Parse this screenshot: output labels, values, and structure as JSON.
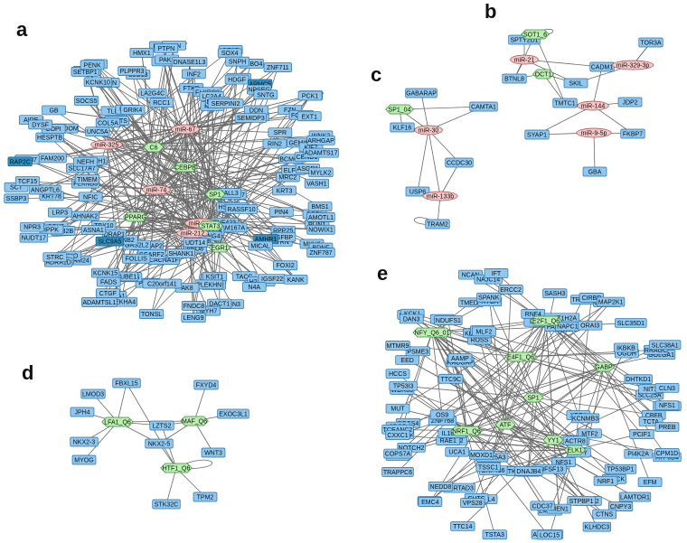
{
  "panels": [
    {
      "id": "a",
      "hubs": [
        {
          "label": "miR-325",
          "type": "mirna"
        },
        {
          "label": "miR-67",
          "type": "mirna"
        },
        {
          "label": "miR-74",
          "type": "mirna"
        },
        {
          "label": "miR-730",
          "type": "mirna"
        },
        {
          "label": "miR-212",
          "type": "mirna"
        },
        {
          "label": "C6",
          "type": "tf"
        },
        {
          "label": "PPARG",
          "type": "tf"
        },
        {
          "label": "CEBPB",
          "type": "tf"
        },
        {
          "label": "SP1",
          "type": "tf"
        },
        {
          "label": "STAT3",
          "type": "tf"
        },
        {
          "label": "EGR1",
          "type": "tf"
        }
      ],
      "genes": [
        "CCDC107",
        "SALL3",
        "HSPA12B",
        "RASSF10",
        "ZNF423",
        "FAM167A",
        "VPS37B",
        "KCNG4",
        "CPAMD8",
        "ANO8",
        "UDT14",
        "CACNA1F",
        "SHANK1",
        "CAMSAP2",
        "SCARF2",
        "GAS2L2",
        "FOLLIS",
        "GNB2",
        "DRAP1",
        "SLC9A5",
        "TBX10",
        "ASNA1",
        "AHNAK2",
        "NFIC",
        "PLXNB3",
        "SLC17A7",
        "TIMEM",
        "NOTCH1",
        "NEFH",
        "UNC5A",
        "NGATS",
        "COL5A",
        "TLN",
        "UTF1",
        "GRIK4",
        "RCC1",
        "LA2G4C",
        "FTKD",
        "FLKRC3",
        "LC2A4",
        "KLC1",
        "DGDHL",
        "SERPINI2",
        "AIPL1",
        "DDN",
        "SEMIDP3",
        "RIN2",
        "SPR",
        "BCMOL",
        "MRC2",
        "ELFN1",
        "PIN4",
        "KRT3",
        "RPP25",
        "PTRN",
        "IGFBP",
        "AMHR1",
        "MICAL",
        "TACC",
        "DNAH1",
        "KSIT1",
        "SARS2",
        "PLEKHN",
        "AK8",
        "PEMT",
        "C20orf141",
        "ZNF436",
        "SCUBE1",
        "KCNK15",
        "FADS",
        "SAM24",
        "TYKO",
        "SOX5",
        "RAB2B",
        "IPPK",
        "LRP3",
        "KRT78",
        "ANGPTL6",
        "FAM200",
        "HESPTB",
        "SHROOM",
        "COPI",
        "SOCS5",
        "NSUN",
        "KCNK10",
        "SLC13",
        "PLPPR3",
        "GB1C",
        "PAK3",
        "DNASE1L3",
        "INF2",
        "FDXL1",
        "HDGF",
        "ARMC5",
        "NPSEG",
        "FZN",
        "SNTG",
        "FOLR1",
        "GEMIN4",
        "CEND1",
        "KIF7",
        "ASGR1",
        "DPF1",
        "VASH1",
        "BMS1",
        "PLIN1",
        "MYH6",
        "FOXI2",
        "H2AFY2",
        "IGSF22",
        "EDN3",
        "N4A",
        "DACT1",
        "MYH7",
        "FNDC8",
        "LENG9",
        "TONSL",
        "SOLGA1",
        "PLEKHA4",
        "CTGF",
        "ADAMTSL1",
        "EYA2",
        "ADRA1D",
        "STRC",
        "NPR3",
        "NUDT17",
        "SCT",
        "SSBP3",
        "FBLN7",
        "TCF15",
        "RAP2C",
        "AIRE",
        "DYSF",
        "GB",
        "COL4A6",
        "RGS6",
        "SETBP1",
        "PENK",
        "DTX1",
        "HMX1",
        "CAN",
        "PTPN",
        "GFAP",
        "SOX4",
        "ROBO4",
        "SNPH",
        "ZNF711",
        "KCNK",
        "PCK1",
        "EXT1",
        "ADAMTS17",
        "WNK2",
        "ARHGAP",
        "MYLK2",
        "LAMA5",
        "AMOTL1",
        "NOWIX1",
        "BDNF",
        "ZNF787",
        "KANK"
      ]
    },
    {
      "id": "b",
      "hubs": [
        {
          "label": "SOT1_6",
          "type": "tf"
        },
        {
          "label": "miR-21",
          "type": "mirna"
        },
        {
          "label": "OCT1",
          "type": "tf"
        },
        {
          "label": "miR-329-3p",
          "type": "mirna"
        },
        {
          "label": "miR-144",
          "type": "mirna"
        },
        {
          "label": "miR-9-5p",
          "type": "mirna"
        }
      ],
      "genes": [
        "SPTY2D1",
        "TOR3A",
        "BTNL8",
        "CADM1",
        "SKIL",
        "TMTC1",
        "JDP2",
        "SYAP1",
        "FKBP7",
        "GBA"
      ]
    },
    {
      "id": "c",
      "hubs": [
        {
          "label": "SP1_04",
          "type": "tf"
        },
        {
          "label": "miR-30",
          "type": "mirna"
        },
        {
          "label": "miR-133b",
          "type": "mirna"
        }
      ],
      "genes": [
        "GABARAP",
        "CAMTA1",
        "KLF16",
        "CCDC30",
        "USP6",
        "TRAM2"
      ]
    },
    {
      "id": "d",
      "hubs": [
        {
          "label": "LFA1_Q6",
          "type": "tf"
        },
        {
          "label": "MAF_Q6",
          "type": "tf"
        },
        {
          "label": "HTF1_Q6",
          "type": "tf"
        }
      ],
      "genes": [
        "FBXL15",
        "FXYD4",
        "LMOD3",
        "JPH4",
        "LZTS2",
        "EXOC3L1",
        "NKX2-3",
        "NKX2-5",
        "MYOG",
        "WNT3",
        "STK32C",
        "TPM2"
      ]
    },
    {
      "id": "e",
      "hubs": [
        {
          "label": "NFY_Q6_01",
          "type": "tf"
        },
        {
          "label": "E2F1_Q6",
          "type": "tf"
        },
        {
          "label": "E4F1_Q6",
          "type": "tf"
        },
        {
          "label": "NRF1_Q6",
          "type": "tf"
        },
        {
          "label": "GABP",
          "type": "tf"
        },
        {
          "label": "ELK1",
          "type": "tf"
        },
        {
          "label": "YY1",
          "type": "tf"
        },
        {
          "label": "ATF",
          "type": "tf"
        },
        {
          "label": "SP1",
          "type": "tf"
        }
      ],
      "genes": [
        "XPR1",
        "KCNMB3",
        "NFYC",
        "MTF2",
        "ACTR8",
        "RUFY",
        "NFS1",
        "INFSF13",
        "RBM5",
        "TK2AP",
        "DNAJB4",
        "SLC25A3",
        "ZNF436",
        "MOXD1",
        "TSSC1",
        "XCL2",
        "UCA1",
        "RAE1",
        "IL18BP",
        "ZNF768",
        "OS9",
        "TTC9C",
        "RACGAP",
        "AAMP",
        "ROSS",
        "KDELR3",
        "RNF5",
        "MLF2",
        "M13",
        "BCAS3",
        "PAFAH2",
        "RNF4",
        "HIST1H2A",
        "NAPC1",
        "ORAI3",
        "OGDH",
        "IKBKB",
        "DHTKD1",
        "SLC25A",
        "CBFB",
        "NIT1",
        "PCIF1",
        "TCTA",
        "PI4K2A",
        "ELUCK",
        "TP53BP1",
        "NRF1",
        "ZNF692",
        "ZMYM6",
        "STPBP1",
        "MIEN1",
        "CDC37",
        "U2AF1L4",
        "SERTAD3",
        "CUTC",
        "VPS28",
        "NEDD8",
        "NOTCH2",
        "SOCS4",
        "MAGED2",
        "WDR55",
        "SPOP",
        "EED",
        "TP53I3",
        "PSME3",
        "CDK2",
        "NDUFS1",
        "TMED4",
        "RTCA",
        "ERCC2",
        "SPANK",
        "SASH3",
        "TRADD",
        "CHCHD4",
        "CIRBP",
        "MAP2K1",
        "SLC35D1",
        "GOLGA1",
        "RRAGC",
        "SLC38A1",
        "CLN3",
        "STARD7",
        "NFS1",
        "ATP8B4",
        "PREB",
        "CPM1D",
        "CNPY3",
        "EFM",
        "LAMTOR1",
        "CTNS",
        "KLHDC3",
        "ANAPC13",
        "LOC15",
        "TSTA3",
        "TTC14",
        "VRK3",
        "EMC4",
        "TRAPPC6",
        "F11R",
        "COPS7A",
        "ACBD5",
        "TCEANC2",
        "CXXC1",
        "MUT",
        "MTMR9",
        "HCCS",
        "SCFD1",
        "KCK1",
        "DAN3",
        "NCAN",
        "NAJC14",
        "IFT"
      ]
    }
  ]
}
